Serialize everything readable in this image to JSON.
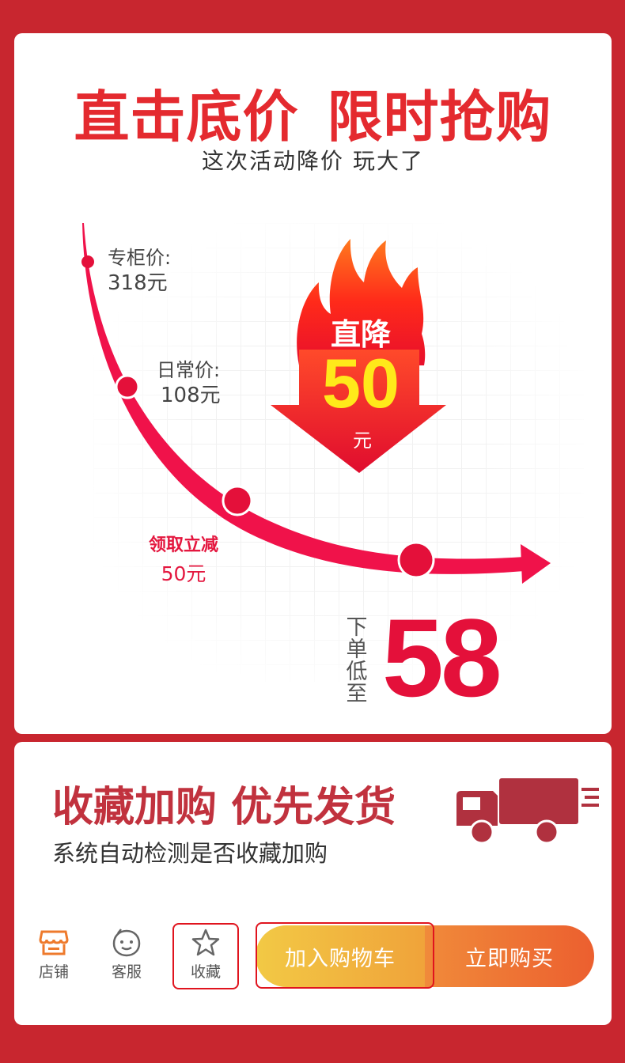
{
  "banner": {
    "headline_left": "直击底价",
    "headline_right": "限时抢购",
    "subhead": "这次活动降价  玩大了"
  },
  "price_curve": {
    "counter_label": "专柜价:",
    "counter_price": "318元",
    "daily_label": "日常价:",
    "daily_price": "108元",
    "coupon_label": "领取立减",
    "coupon_amount": "50元"
  },
  "drop_badge": {
    "title": "直降",
    "amount": "50",
    "unit": "元"
  },
  "final_price": {
    "label": "下单低至",
    "value": "58"
  },
  "promo": {
    "title": "收藏加购 优先发货",
    "subtitle": "系统自动检测是否收藏加购"
  },
  "bottom_nav": {
    "shop_label": "店铺",
    "service_label": "客服",
    "favorite_label": "收藏",
    "add_to_cart_label": "加入购物车",
    "buy_now_label": "立即购买"
  },
  "colors": {
    "background": "#c8262f",
    "accent_red": "#e42a2f",
    "curve_red": "#f0124a",
    "cart_yellow": "#f2c945",
    "buy_orange": "#ec5f2f",
    "truck": "#b0313f"
  }
}
